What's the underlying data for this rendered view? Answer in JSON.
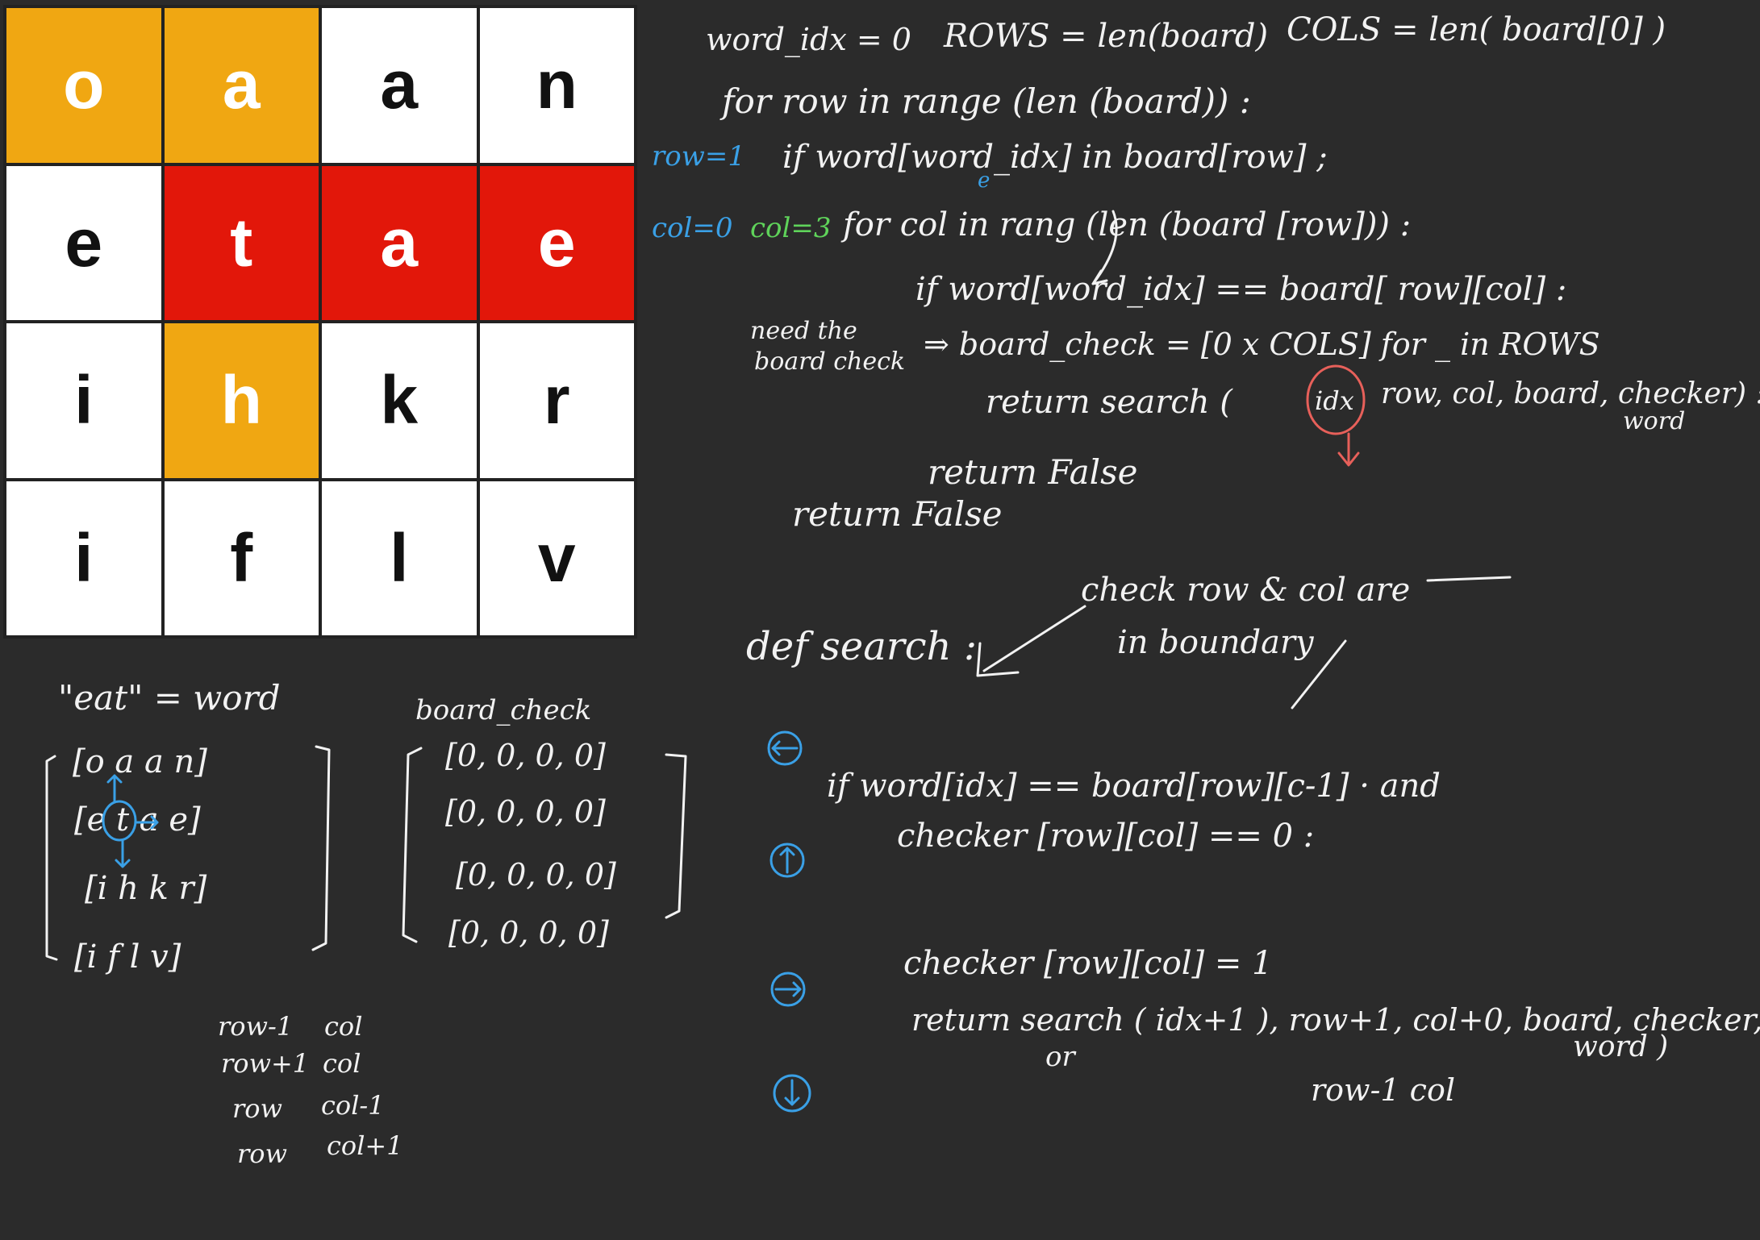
{
  "grid": {
    "rows": [
      [
        {
          "letter": "o",
          "color": "orange"
        },
        {
          "letter": "a",
          "color": "orange"
        },
        {
          "letter": "a",
          "color": "white"
        },
        {
          "letter": "n",
          "color": "white"
        }
      ],
      [
        {
          "letter": "e",
          "color": "white"
        },
        {
          "letter": "t",
          "color": "red"
        },
        {
          "letter": "a",
          "color": "red"
        },
        {
          "letter": "e",
          "color": "red"
        }
      ],
      [
        {
          "letter": "i",
          "color": "white"
        },
        {
          "letter": "h",
          "color": "orange"
        },
        {
          "letter": "k",
          "color": "white"
        },
        {
          "letter": "r",
          "color": "white"
        }
      ],
      [
        {
          "letter": "i",
          "color": "white"
        },
        {
          "letter": "f",
          "color": "white"
        },
        {
          "letter": "l",
          "color": "white"
        },
        {
          "letter": "v",
          "color": "white"
        }
      ]
    ]
  },
  "colors": {
    "background": "#2b2b2b",
    "orange": "#f0a712",
    "red": "#e2170a",
    "ink": "#f2f2f2",
    "blue": "#3aa0e6",
    "green": "#5fd35a",
    "circle": "#e7605a"
  },
  "code": {
    "line1_a": "word_idx = 0",
    "line1_b": "ROWS = len(board)",
    "line1_c": "COLS = len( board[0] )",
    "line2": "for row in range (len (board)) :",
    "row_note": "row=1",
    "line3": "if word[word_idx] in board[row] ;",
    "line3_sub": "e",
    "col_note_blue": "col=0",
    "col_note_green": "col=3",
    "line4": "for col in rang (len (board [row])) :",
    "line5": "if word[word_idx] == board[ row][col] :",
    "side_note_1": "need the",
    "side_note_2": "board check",
    "line6": "⇒ board_check = [0 x COLS] for _ in ROWS",
    "line7_a": "return search (",
    "line7_circled": "idx",
    "line7_b": "row, col, board, checker) :",
    "line7_sub": "word",
    "line8": "return False",
    "line9": "return False"
  },
  "search": {
    "def_label": "def search :",
    "note_1": "check row & col are",
    "note_2": "in boundary",
    "cond_1": "if word[idx] == board[row][c-1] · and",
    "cond_2": "checker [row][col] == 0 :",
    "assign": "checker [row][col] = 1",
    "ret_1": "return search ( idx+1 ), row+1, col+0, board, checker,",
    "ret_sub": "word )",
    "or": "or",
    "row_col": "row-1 col"
  },
  "word_section": {
    "header": "\"eat\" = word",
    "matrix_rows": [
      "[o a a n]",
      "[e t a e]",
      "[i h k r]",
      "[i f l v]"
    ]
  },
  "board_check_section": {
    "header": "board_check",
    "matrix_rows": [
      "[0, 0, 0, 0]",
      "[0, 0, 0, 0]",
      "[0, 0, 0, 0]",
      "[0, 0, 0, 0]"
    ]
  },
  "directions": {
    "rows": [
      [
        "row-1",
        "col"
      ],
      [
        "row+1",
        "col"
      ],
      [
        "row",
        "col-1"
      ],
      [
        "row",
        "col+1"
      ]
    ]
  }
}
